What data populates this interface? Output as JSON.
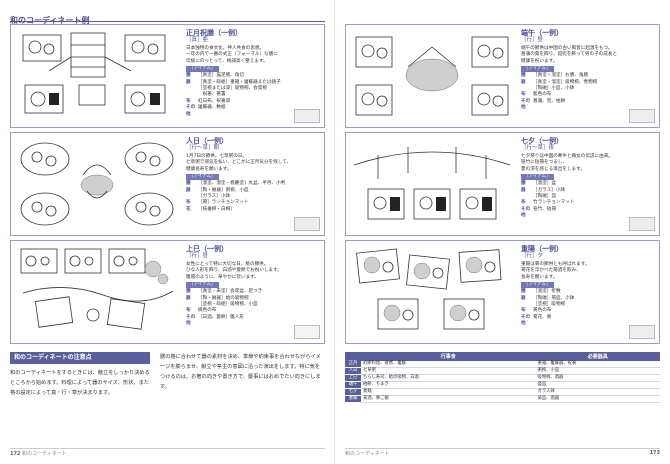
{
  "left": {
    "header": "和のコーディネート例",
    "sections": [
      {
        "title": "正月祝膳（一例）",
        "sub": "［真］亜",
        "text": [
          "日本独特の食文化。神人共食の思想。",
          "一年の内で一番の式正（フォーマル）な膳に",
          "伝統にのっとって、格調高く整えます。"
        ],
        "items_head": "［アイテム］",
        "rows": [
          {
            "k": "膳",
            "v": "［真塗］猫足膳、角切"
          },
          {
            "k": "器",
            "v": "［真塗・蒔絵］重箱・屠蘇器または銚子"
          },
          {
            "k": "",
            "v": "［塗椀または漆］吸物椀、会席椀"
          },
          {
            "k": "",
            "v": "　祝箸、箸置"
          },
          {
            "k": "布",
            "v": "紅白布、祝箸袋"
          },
          {
            "k": "その他",
            "v": "屠蘇器、敷紙"
          }
        ]
      },
      {
        "title": "人日（一例）",
        "sub": "［行～草］朝",
        "text": [
          "1月7日の節供。七草粥の日。",
          "七草粥で邪気を払い、どこかに正月気分を残して、",
          "健康長寿を願います。"
        ],
        "items_head": "［アイテム］",
        "rows": [
          {
            "k": "膳",
            "v": "［溜塗、溜塗・春慶塗］丸盆、半月、小判"
          },
          {
            "k": "器",
            "v": "［陶・磁器］粥椀、小皿"
          },
          {
            "k": "",
            "v": "［ガラス］小鉢"
          },
          {
            "k": "布",
            "v": "［麻］ランチョンマット"
          },
          {
            "k": "花",
            "v": "［枝垂柳・白梅］"
          }
        ]
      },
      {
        "title": "上巳（一例）",
        "sub": "［行］昼",
        "text": [
          "女性にとって特に大切な日。桃の節供。",
          "ひな人形を飾り、白酒や菱餅でお祝いします。",
          "雛壇のように、華やかに装います。"
        ],
        "items_head": "［アイテム］",
        "rows": [
          {
            "k": "膳",
            "v": "［真塗・朱塗］会席盆、足つき"
          },
          {
            "k": "器",
            "v": "［陶・磁器］蛤の吸物椀"
          },
          {
            "k": "",
            "v": "［塗椀・蒔絵］吸物椀、小皿"
          },
          {
            "k": "布",
            "v": "桃色の布"
          },
          {
            "k": "その他",
            "v": "［白酒、菱餅］雛人形"
          }
        ]
      }
    ],
    "tip_title": "和のコーディネートの注意点",
    "tip_a": "和のコーディネートをするときには、献立をしっかり決めるところから始めます。料理によって器のサイズ、形状、また格の設定によって真・行・草が決まります。",
    "tip_b": "膳の格に合わせて器の素材を決め、季節や約束事を合わせながらイメージを膨らませ、献立や亭主の意図に沿った演出をします。特に気をつけるのは、お箸の向きや置き方で、慶事にはおめでたい向きにします。",
    "footer_num": "172",
    "footer_text": "和のコーディネート"
  },
  "right": {
    "sections": [
      {
        "title": "端午（一例）",
        "sub": "［行］昼",
        "text": [
          "端午の節供は中国の古い風習に起源をもつ。",
          "菖蒲の葉を飾り、鎧兜を飾って男の子の成長と",
          "健康を祝います。"
        ],
        "items_head": "［アイテム］",
        "rows": [
          {
            "k": "膳",
            "v": "［真塗・溜塗］お膳、角膳"
          },
          {
            "k": "器",
            "v": "［真塗・溜塗］吸物椀、煮物椀"
          },
          {
            "k": "",
            "v": "［陶磁］小皿、小鉢"
          },
          {
            "k": "布",
            "v": "藍色の布"
          },
          {
            "k": "その他",
            "v": "菖蒲、兜、柏餅"
          }
        ]
      },
      {
        "title": "七夕（一例）",
        "sub": "［行～草］夜",
        "text": [
          "七夕祭りは中国の牽牛と織女の伝説に由来。",
          "笹竹に短冊をつるし、",
          "夏の涼を感じる演出をします。"
        ],
        "items_head": "［アイテム］",
        "rows": [
          {
            "k": "膳",
            "v": "［溜塗］盆"
          },
          {
            "k": "器",
            "v": "［ガラス］小鉢"
          },
          {
            "k": "",
            "v": "［陶磁］皿"
          },
          {
            "k": "布",
            "v": "竹ランチョンマット"
          },
          {
            "k": "その他",
            "v": "笹竹、短冊"
          }
        ]
      },
      {
        "title": "重陽（一例）",
        "sub": "［行］夕",
        "text": [
          "重陽は菊の節供とも呼ばれます。",
          "菊花を浮かべた菊酒を飲み、",
          "長寿を願います。"
        ],
        "items_head": "［アイテム］",
        "rows": [
          {
            "k": "膳",
            "v": "［溜塗］折敷"
          },
          {
            "k": "器",
            "v": "［陶磁］菊皿、小鉢"
          },
          {
            "k": "",
            "v": "［塗椀］吸物椀"
          },
          {
            "k": "布",
            "v": "黄色の布"
          },
          {
            "k": "その他",
            "v": "菊花、栗"
          }
        ]
      }
    ],
    "table": {
      "head": [
        "",
        "行事食",
        "必要器具"
      ],
      "rows": [
        [
          "正月",
          "お節料理、雑煮、屠蘇",
          "重箱、屠蘇器、祝箸"
        ],
        [
          "人日",
          "七草粥",
          "粥椀、小皿"
        ],
        [
          "上巳",
          "ちらし寿司、蛤の吸物、白酒",
          "吸物椀、酒器"
        ],
        [
          "端午",
          "柏餅、ちまき",
          "盛皿"
        ],
        [
          "七夕",
          "素麺",
          "ガラス鉢"
        ],
        [
          "重陽",
          "菊酒、栗ご飯",
          "菊皿、酒器"
        ]
      ]
    },
    "footer_num": "173",
    "footer_text": "和のコーディネート"
  }
}
